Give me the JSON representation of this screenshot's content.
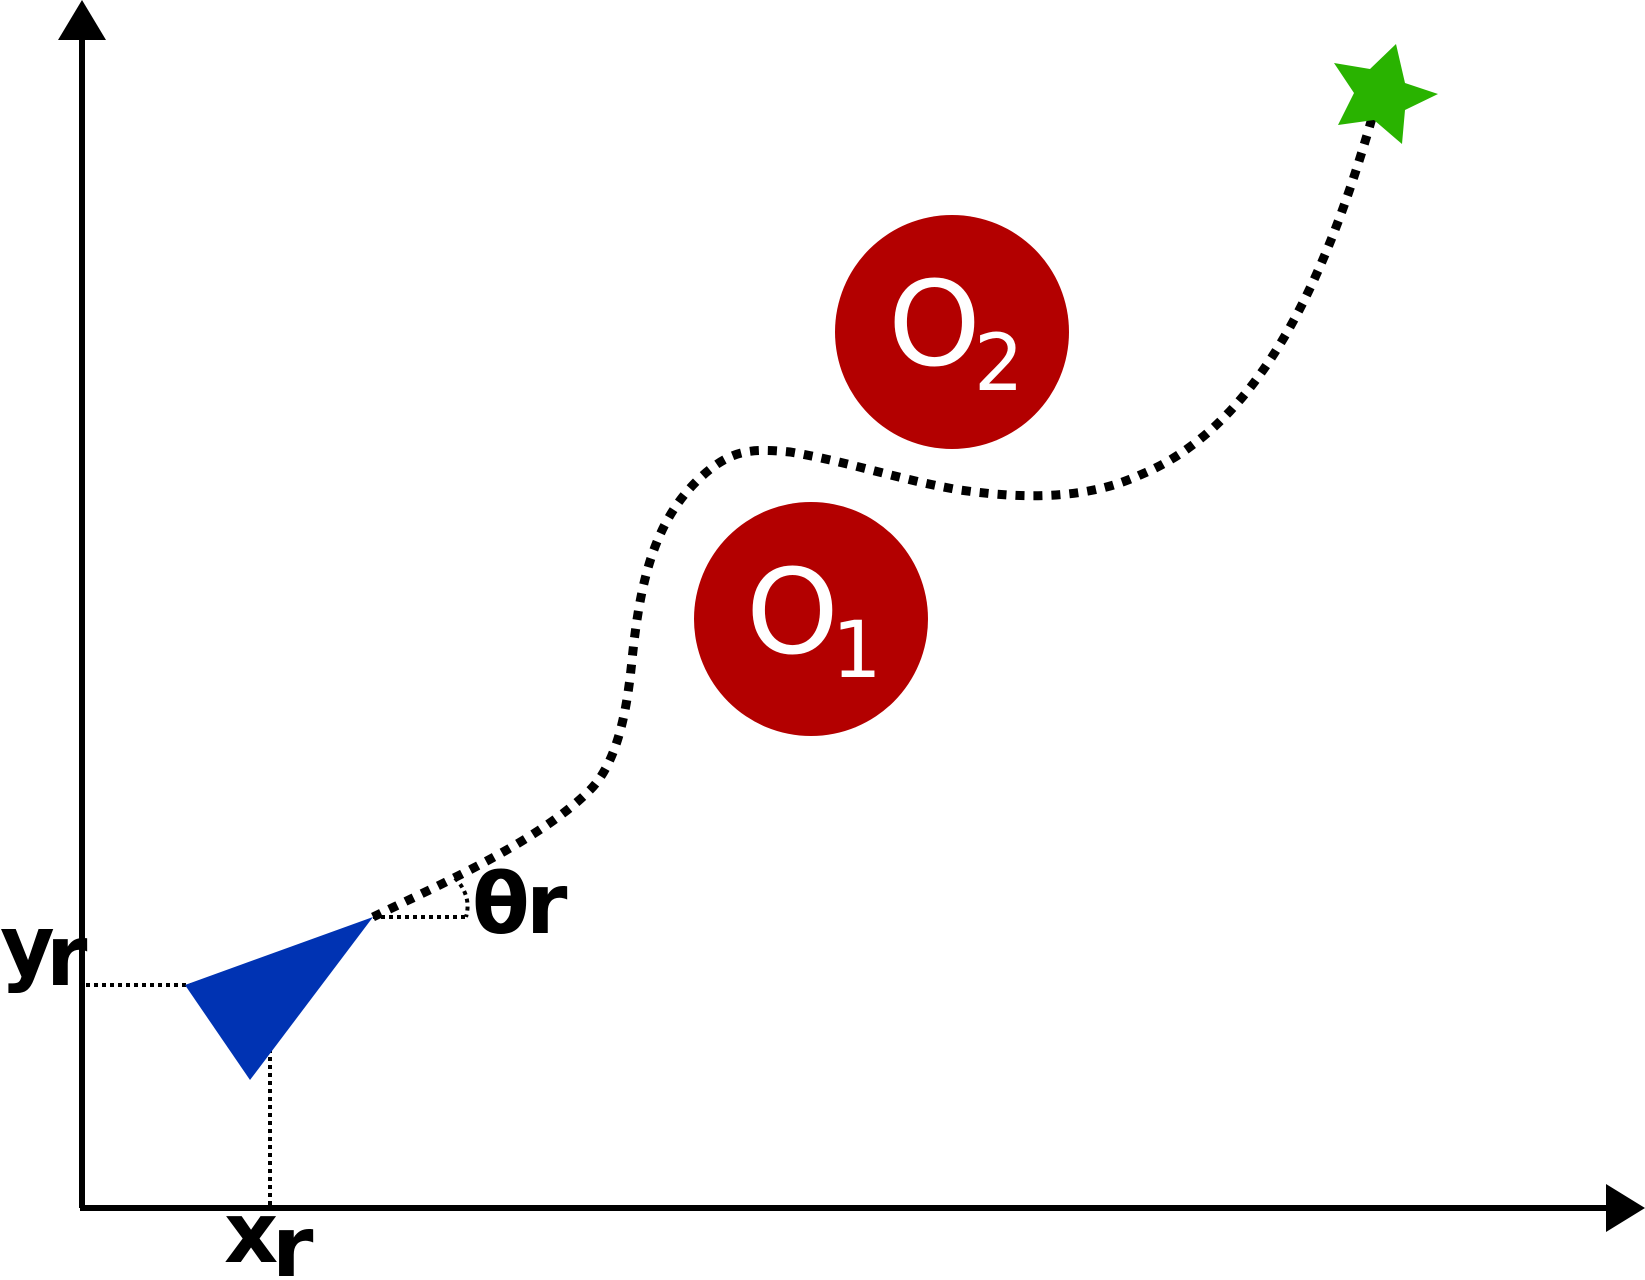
{
  "diagram": {
    "axes": {
      "x_label": "x",
      "x_label_sub": "r",
      "y_label": "y",
      "y_label_sub": "r"
    },
    "robot": {
      "color": "#0033B3"
    },
    "heading": {
      "label": "θ",
      "label_sub": "r"
    },
    "obstacles": [
      {
        "label": "O",
        "sub": "1",
        "color": "#B30000"
      },
      {
        "label": "O",
        "sub": "2",
        "color": "#B30000"
      }
    ],
    "goal": {
      "color": "#29B300",
      "icon": "star-icon"
    },
    "path": {
      "style": "dotted",
      "color": "#000000"
    }
  }
}
